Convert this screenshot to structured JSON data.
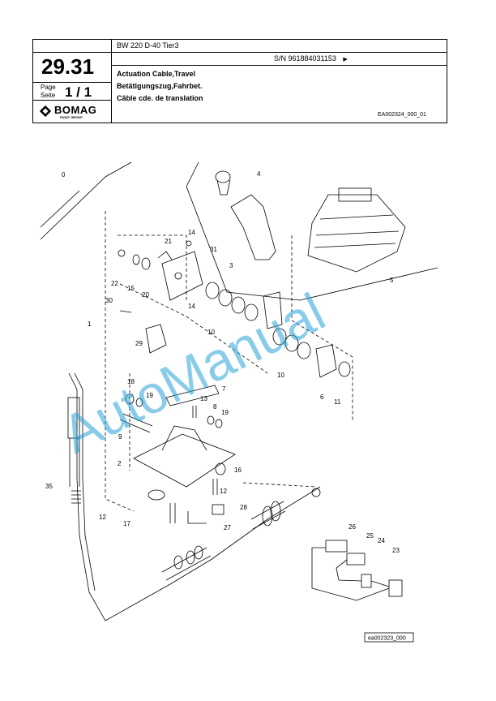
{
  "header": {
    "page_number": "29.31",
    "page_label_1": "Page",
    "page_label_2": "Seite",
    "page_of": "1  /  1",
    "brand": "BOMAG",
    "brand_sub": "FAYAT GROUP",
    "model": "BW 220 D-40 Tier3",
    "serial": "S/N 961884031153",
    "serial_arrow": "▶",
    "title_en": "Actuation Cable,Travel",
    "title_de": "Betätigungszug,Fahrbet.",
    "title_fr": "Câble cde. de translation",
    "doc_code": "EA002324_000_01"
  },
  "drawing": {
    "callouts": [
      "0",
      "1",
      "2",
      "3",
      "4",
      "5",
      "6",
      "7",
      "8",
      "9",
      "10",
      "11",
      "12",
      "13",
      "14",
      "15",
      "16",
      "17",
      "18",
      "19",
      "20",
      "21",
      "22",
      "23",
      "24",
      "25",
      "26",
      "27",
      "28",
      "29",
      "30",
      "31",
      "35"
    ],
    "figure_code": "ea002323_000",
    "watermark": "AutoManual"
  },
  "colors": {
    "line": "#000000",
    "watermark": "#2aa3d8"
  }
}
